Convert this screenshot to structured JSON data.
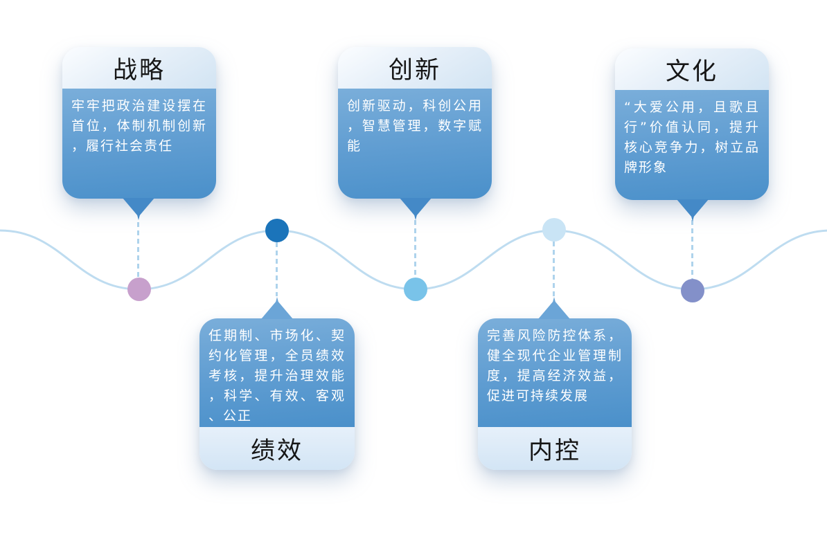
{
  "bubbles": [
    {
      "id": "strategy",
      "title": "战略",
      "body": "牢牢把政治建设摆在首位，体制机制创新，履行社会责任",
      "position": "top",
      "dot_color": "#c7a0cc"
    },
    {
      "id": "performance",
      "title": "绩效",
      "body": "任期制、市场化、契约化管理，全员绩效考核，提升治理效能，科学、有效、客观、公正",
      "position": "bottom",
      "dot_color": "#1b74ba"
    },
    {
      "id": "innovation",
      "title": "创新",
      "body": "创新驱动，科创公用，智慧管理，数字赋能",
      "position": "top",
      "dot_color": "#79c3e9"
    },
    {
      "id": "internal_control",
      "title": "内控",
      "body": "完善风险防控体系，健全现代企业管理制度，提高经济效益，促进可持续发展",
      "position": "bottom",
      "dot_color": "#c9e4f5"
    },
    {
      "id": "culture",
      "title": "文化",
      "body": "“大爱公用，且歌且行”价值认同，提升核心竞争力，树立品牌形象",
      "position": "top",
      "dot_color": "#8390c9"
    }
  ],
  "timeline": {
    "wave_color": "#bedcf0",
    "connector_color": "#aed3ec",
    "dot_order_left_to_right": [
      "strategy",
      "performance",
      "innovation",
      "internal_control",
      "culture"
    ]
  },
  "colors": {
    "background": "#ffffff",
    "bubble_body_top": "#7aaeda",
    "bubble_body_bottom": "#4a90ca",
    "bubble_header_light": "#fbfdff",
    "bubble_header_shade": "#d2e4f3",
    "title_text": "#161616",
    "body_text": "#ffffff"
  }
}
